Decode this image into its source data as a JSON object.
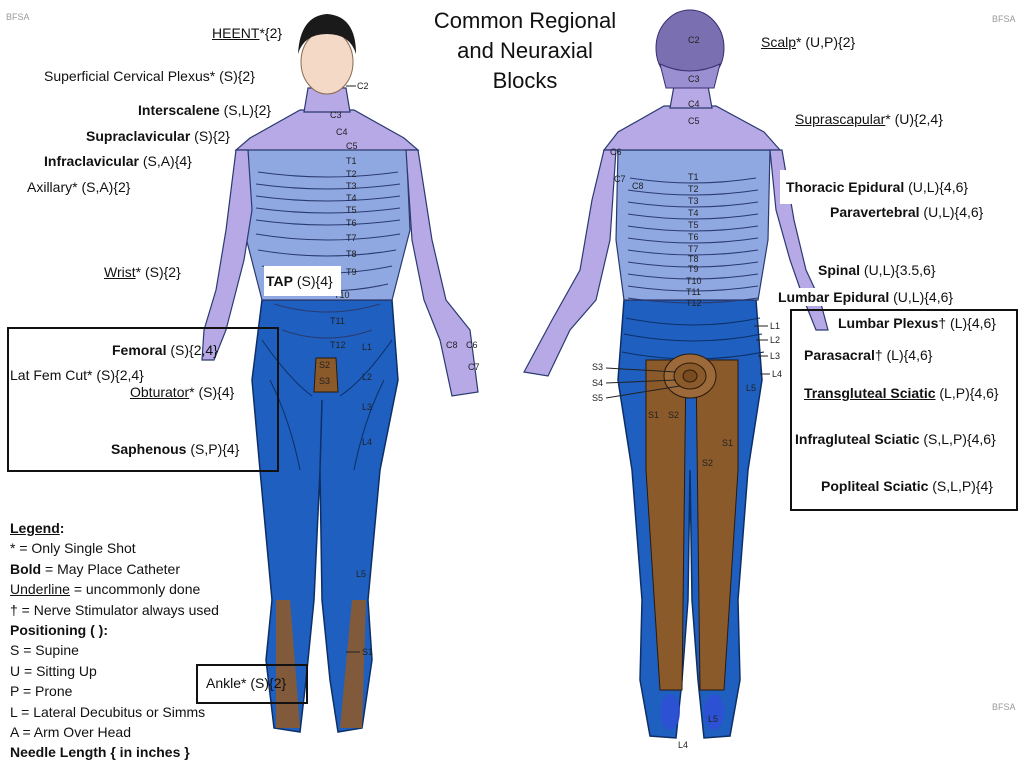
{
  "watermark": "BFSA",
  "title": {
    "line1": "Common Regional",
    "line2": "and Neuraxial",
    "line3": "Blocks"
  },
  "labels": {
    "heent_name": "HEENT",
    "heent_rest": "*{2}",
    "superficial_cervical": "Superficial Cervical Plexus* (S){2}",
    "interscalene_name": "Interscalene",
    "interscalene_rest": " (S,L){2}",
    "supraclavicular_name": "Supraclavicular",
    "supraclavicular_rest": " (S){2}",
    "infraclavicular_name": "Infraclavicular",
    "infraclavicular_rest": " (S,A){4}",
    "axillary": "Axillary* (S,A){2}",
    "wrist_name": "Wrist",
    "wrist_rest": "* (S){2}",
    "tap_name": "TAP",
    "tap_rest": " (S){4}",
    "femoral_name": "Femoral",
    "femoral_rest": " (S){2,4}",
    "latfem": "Lat Fem Cut* (S){2,4}",
    "obturator_name": "Obturator",
    "obturator_rest": "* (S){4}",
    "saphenous_name": "Saphenous",
    "saphenous_rest": " (S,P){4}",
    "ankle": "Ankle* (S){2}",
    "scalp_name": "Scalp",
    "scalp_rest": "* (U,P){2}",
    "suprascapular_name": "Suprascapular",
    "suprascapular_rest": "* (U){2,4}",
    "thoracic_epidural_name": "Thoracic Epidural",
    "thoracic_epidural_rest": " (U,L){4,6}",
    "paravertebral_name": "Paravertebral",
    "paravertebral_rest": " (U,L){4,6}",
    "spinal_name": "Spinal",
    "spinal_rest": " (U,L){3.5,6}",
    "lumbar_epidural_name": "Lumbar Epidural",
    "lumbar_epidural_rest": " (U,L){4,6}",
    "lumbar_plexus_name": "Lumbar Plexus",
    "lumbar_plexus_rest": "† (L){4,6}",
    "parasacral_name": "Parasacral",
    "parasacral_rest": "† (L){4,6}",
    "transgluteal_name": "Transgluteal Sciatic",
    "transgluteal_rest": " (L,P){4,6}",
    "infragluteal_name": "Infragluteal Sciatic",
    "infragluteal_rest": " (S,L,P){4,6}",
    "popliteal_name": "Popliteal Sciatic",
    "popliteal_rest": " (S,L,P){4}"
  },
  "legend": {
    "heading": "Legend",
    "heading_colon": ":",
    "star": "*  = Only Single Shot",
    "bold_word": "Bold",
    "bold_rest": " = May Place Catheter",
    "underline_word": "Underline",
    "underline_rest": " = uncommonly done",
    "dagger": "† = Nerve Stimulator always used",
    "positioning": "Positioning ( ):",
    "s": "S = Supine",
    "u": "U = Sitting Up",
    "p": "P = Prone",
    "l": "L = Lateral Decubitus or Simms",
    "a": "A = Arm Over Head",
    "needle": "Needle Length { in inches }"
  },
  "dermatomes_front": {
    "c2": "C2",
    "c3": "C3",
    "c4": "C4",
    "c5": "C5",
    "t1": "T1",
    "t2": "T2",
    "t3": "T3",
    "t4": "T4",
    "t5": "T5",
    "t6": "T6",
    "t7": "T7",
    "t8": "T8",
    "t9": "T9",
    "t10": "T10",
    "t11": "T11",
    "t12": "T12",
    "l1": "L1",
    "l2": "L2",
    "l3": "L3",
    "l4": "L4",
    "l5": "L5",
    "s1": "S1",
    "s2": "S2",
    "s3": "S3",
    "c6": "C6",
    "c7": "C7",
    "c8": "C8"
  },
  "dermatomes_back": {
    "c2": "C2",
    "c3": "C3",
    "c4": "C4",
    "c5": "C5",
    "c6": "C6",
    "c7": "C7",
    "c8": "C8",
    "t1": "T1",
    "t2": "T2",
    "t3": "T3",
    "t4": "T4",
    "t5": "T5",
    "t6": "T6",
    "t7": "T7",
    "t8": "T8",
    "t9": "T9",
    "t10": "T10",
    "t11": "T11",
    "t12": "T12",
    "l1": "L1",
    "l2": "L2",
    "l3": "L3",
    "l4": "L4",
    "l5": "L5",
    "s1": "S1",
    "s2": "S2",
    "s3": "S3",
    "s4": "S4",
    "s5": "S5"
  },
  "colors": {
    "cervical": "#b7a8e6",
    "thoracic": "#8fa8e2",
    "lumbar": "#1f5fbf",
    "sacral": "#8b5a2b",
    "hair": "#1a1a1a",
    "skin": "#f4d9c6",
    "head_back": "#7a6fb0"
  }
}
